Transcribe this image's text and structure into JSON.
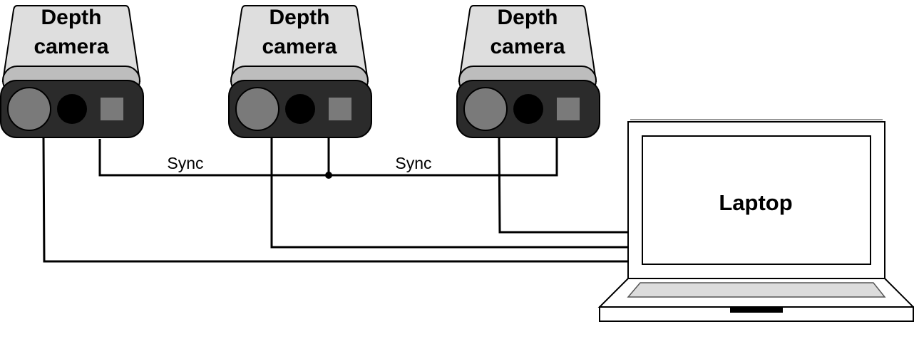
{
  "cameras": [
    {
      "label_line1": "Depth",
      "label_line2": "camera"
    },
    {
      "label_line1": "Depth",
      "label_line2": "camera"
    },
    {
      "label_line1": "Depth",
      "label_line2": "camera"
    }
  ],
  "sync_labels": [
    "Sync",
    "Sync"
  ],
  "laptop": {
    "label": "Laptop"
  },
  "colors": {
    "camera_body": "#2b2b2b",
    "camera_top": "#dedede",
    "camera_band": "#bdbdbd",
    "lens_large": "#7a7a7a",
    "lens_small": "#000000",
    "sensor_square": "#7a7a7a",
    "keyboard": "#dcdcdc",
    "outline": "#000000"
  }
}
